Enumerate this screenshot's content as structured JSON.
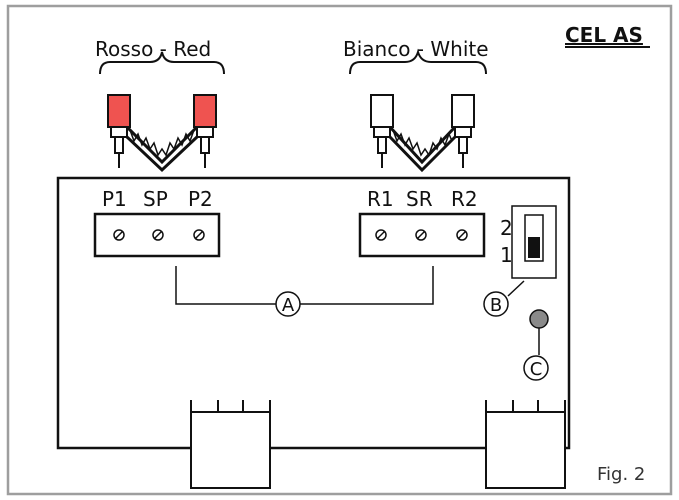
{
  "title": "CEL AS",
  "figure_caption": "Fig. 2",
  "wire_groups": [
    {
      "label": "Rosso - Red",
      "color": "#ef5350"
    },
    {
      "label": "Bianco - White",
      "color": "#ffffff"
    }
  ],
  "terminal_blocks": [
    {
      "labels": [
        "P1",
        "SP",
        "P2"
      ]
    },
    {
      "labels": [
        "R1",
        "SR",
        "R2"
      ]
    }
  ],
  "dip_switch": {
    "positions": [
      "2",
      "1"
    ]
  },
  "callouts": [
    "A",
    "B",
    "C"
  ],
  "colors": {
    "frame": "#9e9e9e",
    "ink": "#111111",
    "led": "#8a8a8a"
  }
}
